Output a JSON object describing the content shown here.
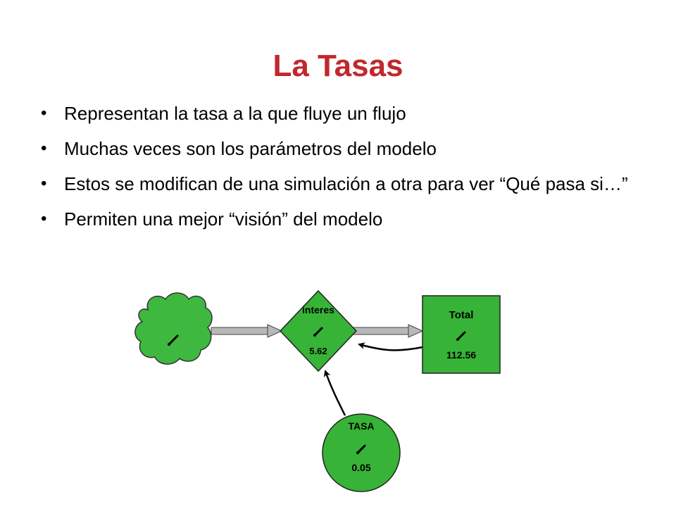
{
  "slide": {
    "title": "La Tasas",
    "title_color": "#C0282D",
    "bullets": [
      {
        "text": "Representan la tasa a la que fluye un flujo"
      },
      {
        "text": "Muchas veces son los parámetros del modelo"
      },
      {
        "text": "Estos se modifican de una simulación a otra para ver “Qué pasa si…”"
      },
      {
        "text": "Permiten una mejor “visión” del modelo"
      }
    ]
  },
  "diagram": {
    "node_fill": "#37B337",
    "cloud_fill": "#3EB83E",
    "edge_color": "#000000",
    "pipe_color": "#B8B8B8",
    "nodes": {
      "source": {
        "kind": "cloud",
        "icon": "dial-icon"
      },
      "interes": {
        "kind": "flow",
        "label": "interes",
        "value": "5.62",
        "icon": "dial-icon"
      },
      "total": {
        "kind": "stock",
        "label": "Total",
        "value": "112.56",
        "icon": "dial-icon"
      },
      "tasa": {
        "kind": "variable",
        "label": "TASA",
        "value": "0.05",
        "icon": "dial-icon"
      }
    }
  }
}
